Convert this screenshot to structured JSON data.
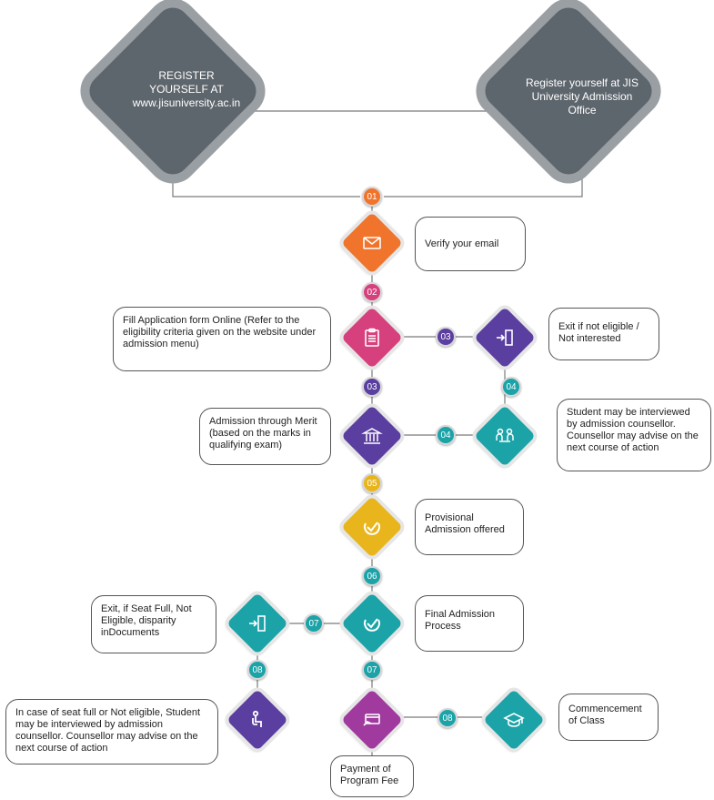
{
  "colors": {
    "gray": "#5e666d",
    "orange": "#f0742b",
    "pink": "#d6407c",
    "purple": "#5a3fa0",
    "teal": "#1ba3a8",
    "yellow": "#e8b51c",
    "magenta": "#a03a9e"
  },
  "start": {
    "online_text": "REGISTER YOURSELF AT www.jisuniversity.ac.in",
    "office_text": "Register yourself at JIS University Admission Office"
  },
  "badges": {
    "b01": "01",
    "b02": "02",
    "b03_right": "03",
    "b03_down": "03",
    "b04_down": "04",
    "b04_left": "04",
    "b05": "05",
    "b06": "06",
    "b07_left": "07",
    "b07_down": "07",
    "b08_left": "08",
    "b08_right": "08"
  },
  "steps": {
    "verify_email": "Verify your email",
    "fill_form": "Fill Application form Online (Refer to the eligibility criteria given on the website under admission menu)",
    "exit_not_eligible": "Exit if not eligible / Not interested",
    "merit": "Admission through Merit (based on the marks in qualifying exam)",
    "interview": "Student may be interviewed by admission counsellor. Counsellor may advise on the next course of action",
    "provisional": "Provisional Admission offered",
    "final": "Final Admission Process",
    "exit_seat_full": "Exit, if Seat Full, Not Eligible, disparity inDocuments",
    "seat_full_interview": "In case of seat full or Not eligible, Student may be interviewed by admission counsellor. Counsellor may advise on the next course of action",
    "payment": "Payment of Program Fee",
    "commencement": "Commencement of Class"
  },
  "icons": {
    "email": "envelope-icon",
    "form": "clipboard-icon",
    "exit": "exit-door-icon",
    "merit": "institution-icon",
    "interview": "counselling-icon",
    "provisional": "check-badge-icon",
    "final": "check-badge-icon",
    "exit2": "exit-door-icon",
    "seated": "seated-person-icon",
    "payment": "card-payment-icon",
    "graduation": "graduation-cap-icon"
  }
}
